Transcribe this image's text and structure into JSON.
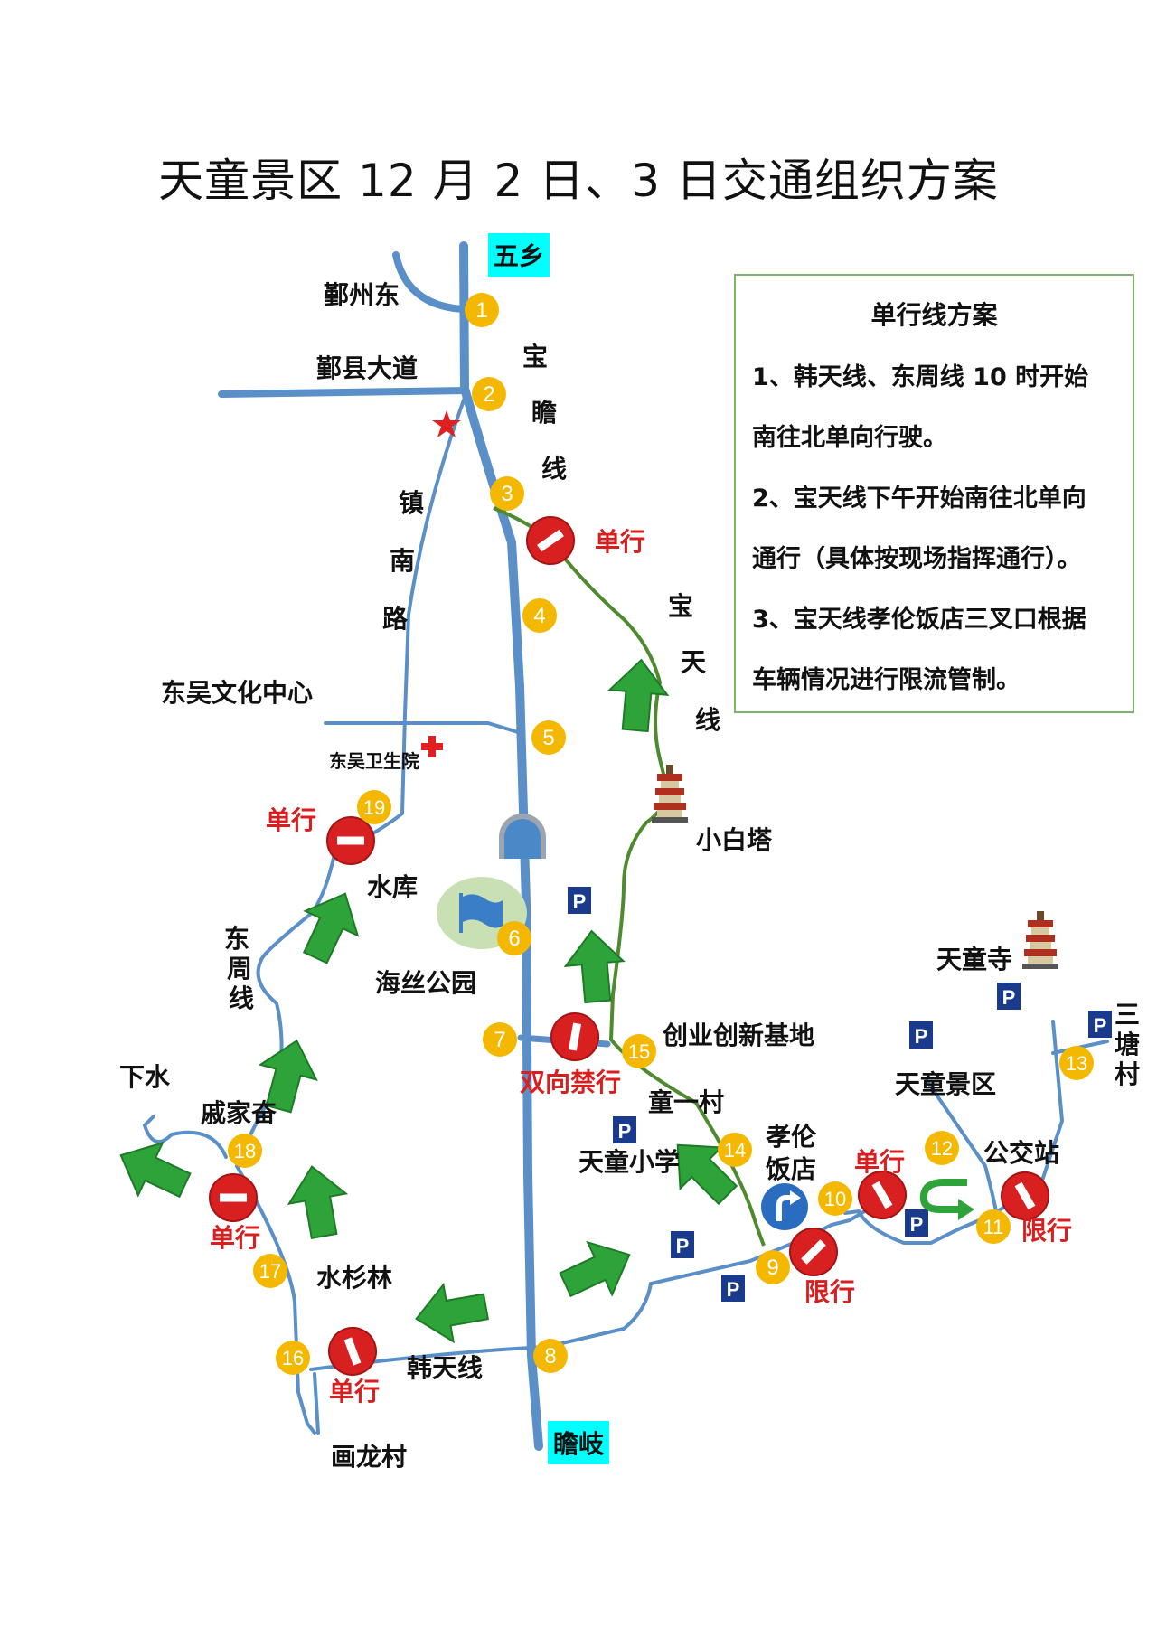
{
  "title": "天童景区 12 月 2 日、3 日交通组织方案",
  "legend": {
    "title": "单行线方案",
    "lines": [
      "1、韩天线、东周线 10 时开始",
      "南往北单向行驶。",
      "2、宝天线下午开始南往北单向",
      "通行（具体按现场指挥通行）。",
      "3、宝天线孝伦饭店三叉口根据",
      "车辆情况进行限流管制。"
    ]
  },
  "places": {
    "wuxiang": "五乡",
    "zhanqi": "瞻岐",
    "yinzhoudong": "鄞州东",
    "yinxiandadao": "鄞县大道",
    "baozhanxian": [
      "宝",
      "瞻",
      "线"
    ],
    "zhennanlu": [
      "镇",
      "南",
      "路"
    ],
    "baotianxian": [
      "宝",
      "天",
      "线"
    ],
    "dongzhouxian": [
      "东",
      "周",
      "线"
    ],
    "dongwuwenhua": "东吴文化中心",
    "dongwuweisheng": "东吴卫生院",
    "shuiku": "水库",
    "haisigongyuan": "海丝公园",
    "xiaobaita": "小白塔",
    "chuangye": "创业创新基地",
    "tongyicun": "童一村",
    "tiantongxiaoxue": "天童小学",
    "xiaolun": [
      "孝伦",
      "饭店"
    ],
    "tiantongsi": "天童寺",
    "tiantongjingqu": "天童景区",
    "gongjiaozhan": "公交站",
    "santangcun": [
      "三",
      "塘",
      "村"
    ],
    "xiashui": "下水",
    "qijiaben": "戚家奋",
    "shuishanlin": "水杉林",
    "hantianxian": "韩天线",
    "hualongcun": "画龙村"
  },
  "signs": {
    "danxing": "单行",
    "xianxing": "限行",
    "shuangxiang": "双向禁行",
    "parking": "P"
  },
  "markers": [
    "1",
    "2",
    "3",
    "4",
    "5",
    "6",
    "7",
    "8",
    "9",
    "10",
    "11",
    "12",
    "13",
    "14",
    "15",
    "16",
    "17",
    "18",
    "19"
  ],
  "colors": {
    "road_blue": "#5a8fc8",
    "road_green": "#4f8a2e",
    "marker_yellow": "#f5b800",
    "no_entry_red": "#d82020",
    "arrow_green": "#2ea33a",
    "parking_blue": "#1a3a8c",
    "label_cyan": "#00ffff",
    "legend_border": "#7db36a"
  },
  "icons": [
    "no-entry-icon",
    "parking-icon",
    "pagoda-icon",
    "tunnel-icon",
    "flag-icon",
    "hospital-cross-icon",
    "star-icon",
    "direction-arrow-icon",
    "u-turn-icon",
    "turn-right-arrow-icon"
  ]
}
